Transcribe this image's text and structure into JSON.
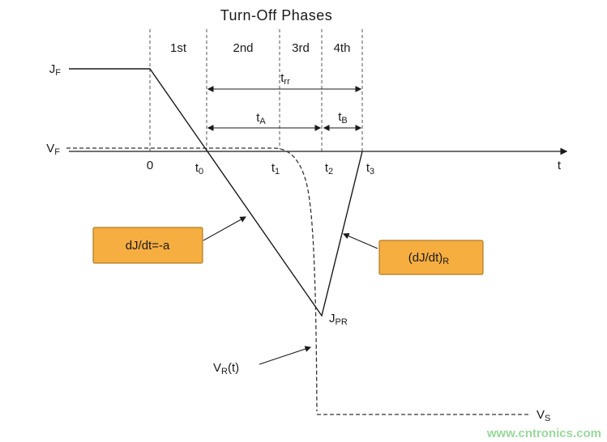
{
  "title": "Turn-Off Phases",
  "watermark": "www.cntronics.com",
  "colors": {
    "ink": "#1a1a1a",
    "box_fill": "#F6AE41",
    "box_border": "#AE7B25",
    "watermark_green": "#98D99A"
  },
  "phases": [
    "1st",
    "2nd",
    "3rd",
    "4th"
  ],
  "axis": {
    "t_label": "t",
    "origin_label": "0",
    "ticks": [
      {
        "main": "t",
        "sub": "0"
      },
      {
        "main": "t",
        "sub": "1"
      },
      {
        "main": "t",
        "sub": "2"
      },
      {
        "main": "t",
        "sub": "3"
      }
    ]
  },
  "levels": {
    "jf": {
      "main": "J",
      "sub": "F"
    },
    "vf": {
      "main": "V",
      "sub": "F"
    },
    "vs": {
      "main": "V",
      "sub": "S"
    },
    "jpr": {
      "main": "J",
      "sub": "PR"
    }
  },
  "intervals": {
    "trr": {
      "main": "t",
      "sub": "rr"
    },
    "ta": {
      "main": "t",
      "sub": "A"
    },
    "tb": {
      "main": "t",
      "sub": "B"
    }
  },
  "callouts": {
    "fall_slope": "dJ/dt=-a",
    "rise_slope": {
      "main": "(dJ/dt)",
      "sub": "R"
    },
    "reverse_voltage": {
      "main": "V",
      "sub": "R",
      "suffix": "(t)"
    }
  }
}
